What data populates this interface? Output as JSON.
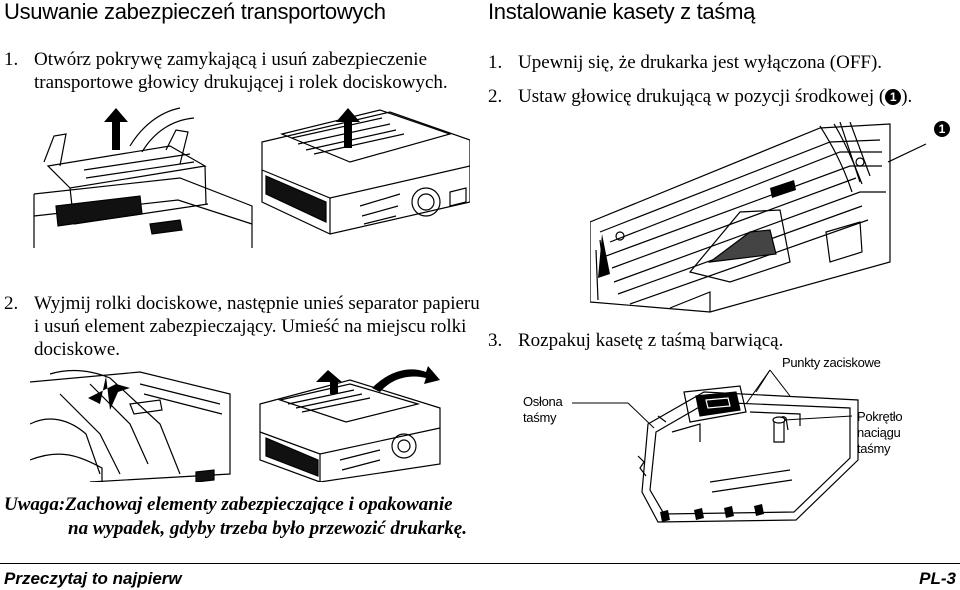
{
  "left": {
    "heading": "Usuwanie zabezpieczeń transportowych",
    "step1": {
      "num": "1.",
      "line1": "Otwórz pokrywę zamykającą i usuń zabezpieczenie",
      "line2": "transportowe głowicy drukującej i rolek dociskowych."
    },
    "step2": {
      "num": "2.",
      "line1": "Wyjmij rolki dociskowe, następnie unieś separator papieru",
      "line2": "i usuń element zabezpieczający. Umieść na miejscu rolki",
      "line3": "dociskowe."
    },
    "note": {
      "prefix": "Uwaga:",
      "line1": "Zachowaj elementy zabezpieczające i opakowanie",
      "line2": "na wypadek, gdyby trzeba było przewozić drukarkę."
    }
  },
  "right": {
    "heading": "Instalowanie kasety z taśmą",
    "step1": {
      "num": "1.",
      "text": "Upewnij się, że drukarka jest wyłączona (OFF)."
    },
    "step2": {
      "num": "2.",
      "text_before": "Ustaw głowicę drukującą w pozycji środkowej (",
      "marker": "1",
      "text_after": ")."
    },
    "callout_marker": "1",
    "step3": {
      "num": "3.",
      "text": "Rozpakuj kasetę z taśmą barwiącą."
    },
    "labels": {
      "contact_points": "Punkty zaciskowe",
      "ribbon_shield_1": "Osłona",
      "ribbon_shield_2": "taśmy",
      "knob_1": "Pokrętło",
      "knob_2": "naciągu",
      "knob_3": "taśmy"
    }
  },
  "footer": {
    "left": "Przeczytaj to najpierw",
    "right": "PL-3"
  }
}
